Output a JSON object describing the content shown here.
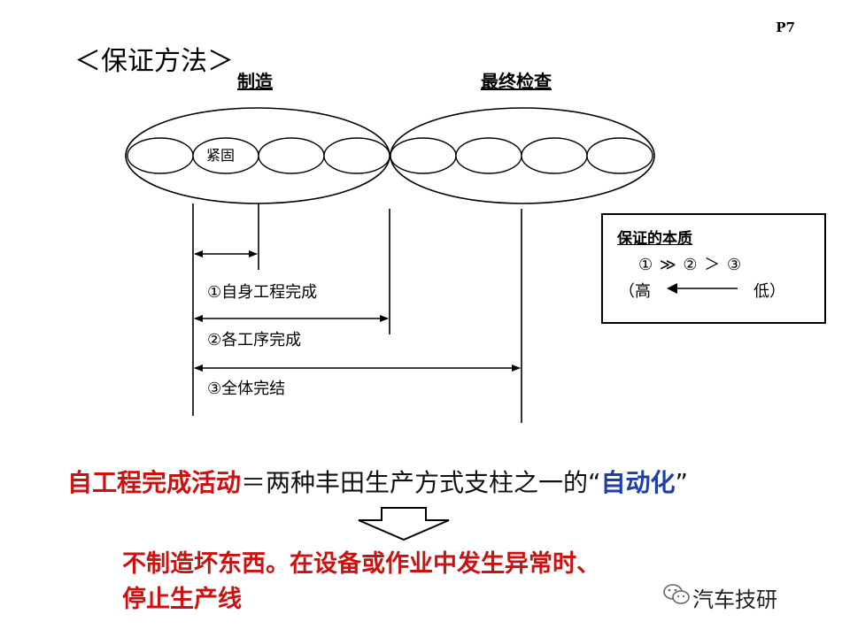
{
  "page_number": "P7",
  "method_title": "＜保证方法＞",
  "sections": {
    "manufacturing": "制造",
    "final_inspection": "最终检查",
    "fastening": "紧固"
  },
  "ranges": [
    "①自身工程完成",
    "②各工序完成",
    "③全体完结"
  ],
  "essence_box": {
    "title": "保证的本质",
    "ranking": "① ≫ ② ＞ ③",
    "high": "（高",
    "low": "低）"
  },
  "statement": {
    "red_part": "自工程完成活动",
    "black_part": "＝两种丰田生产方式支柱之一的“",
    "blue_part": "自动化",
    "close_quote": "”"
  },
  "conclusion": {
    "line1": "不制造坏东西。在设备或作业中发生异常时、",
    "line2": "停止生产线"
  },
  "watermark": "汽车技研",
  "colors": {
    "red": "#cc1111",
    "blue": "#1f3fa8"
  }
}
